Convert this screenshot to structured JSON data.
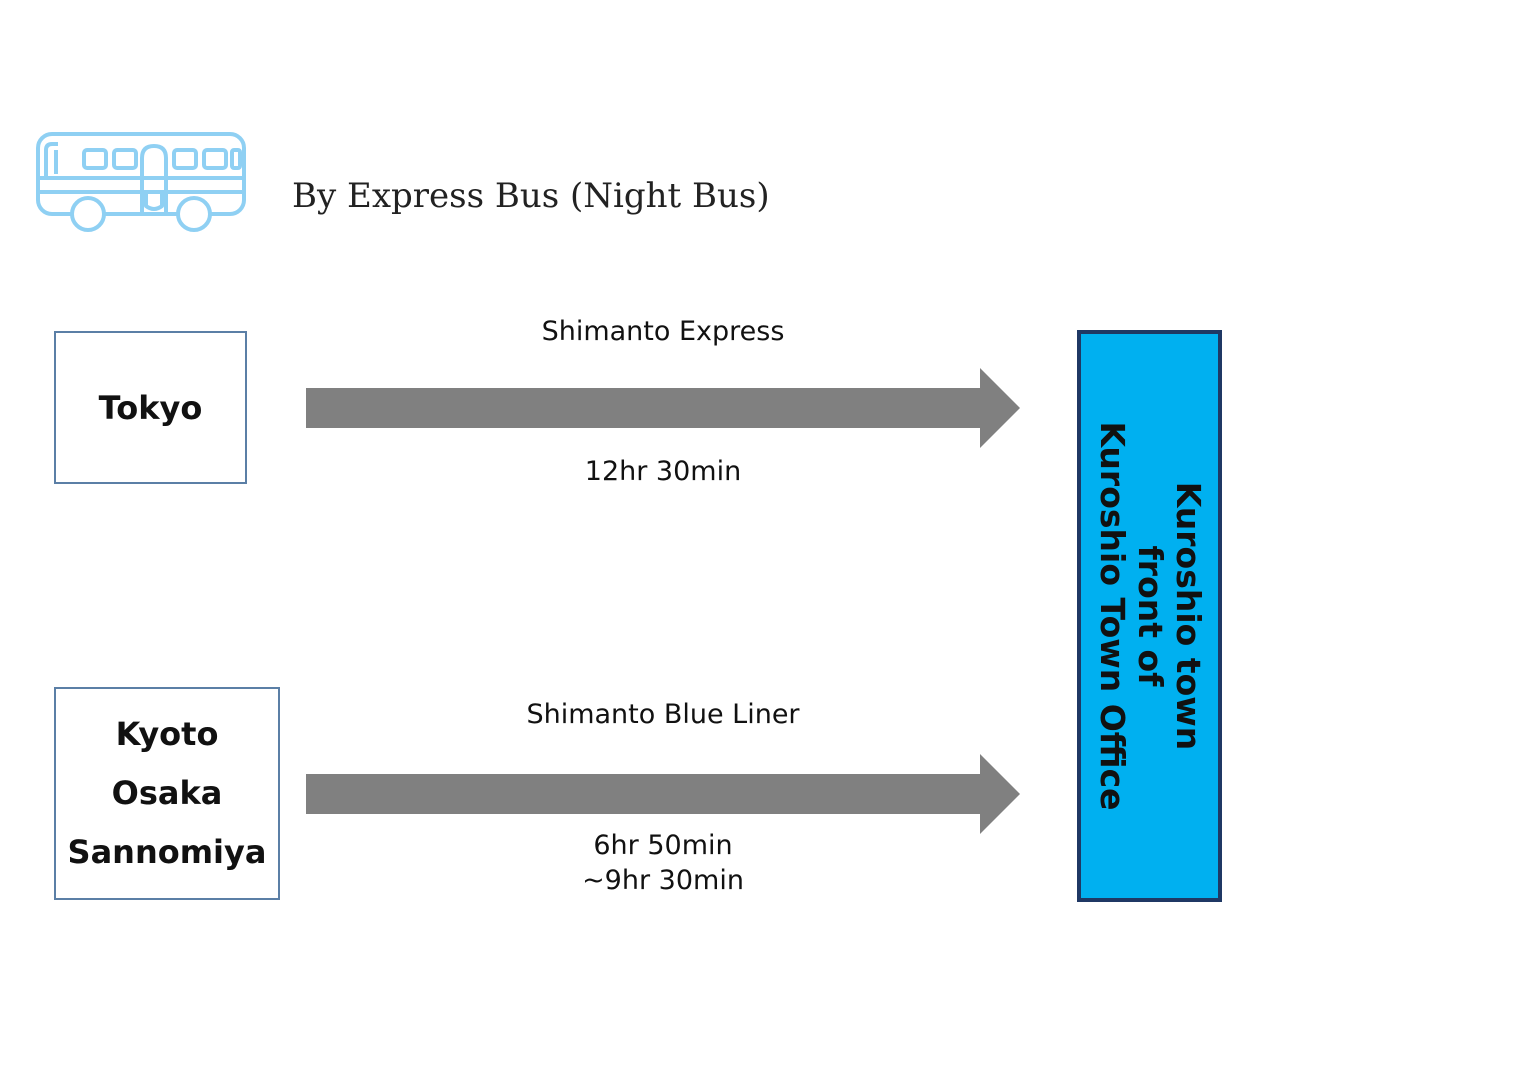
{
  "header": {
    "icon": "bus-icon",
    "title": "By Express Bus (Night Bus)"
  },
  "routes": [
    {
      "origins": [
        "Tokyo"
      ],
      "bus_name": "Shimanto Express",
      "duration": [
        "12hr 30min"
      ]
    },
    {
      "origins": [
        "Kyoto",
        "Osaka",
        "Sannomiya"
      ],
      "bus_name": "Shimanto Blue Liner",
      "duration": [
        "6hr 50min",
        "~9hr 30min"
      ]
    }
  ],
  "destination": {
    "lines": [
      "Kuroshio town",
      "front of",
      "Kuroshio Town Office"
    ]
  },
  "colors": {
    "icon_stroke": "#8fd0f3",
    "box_border": "#5b7fa6",
    "arrow": "#808080",
    "destination_fill": "#00b0f0",
    "destination_border": "#1f3864"
  }
}
